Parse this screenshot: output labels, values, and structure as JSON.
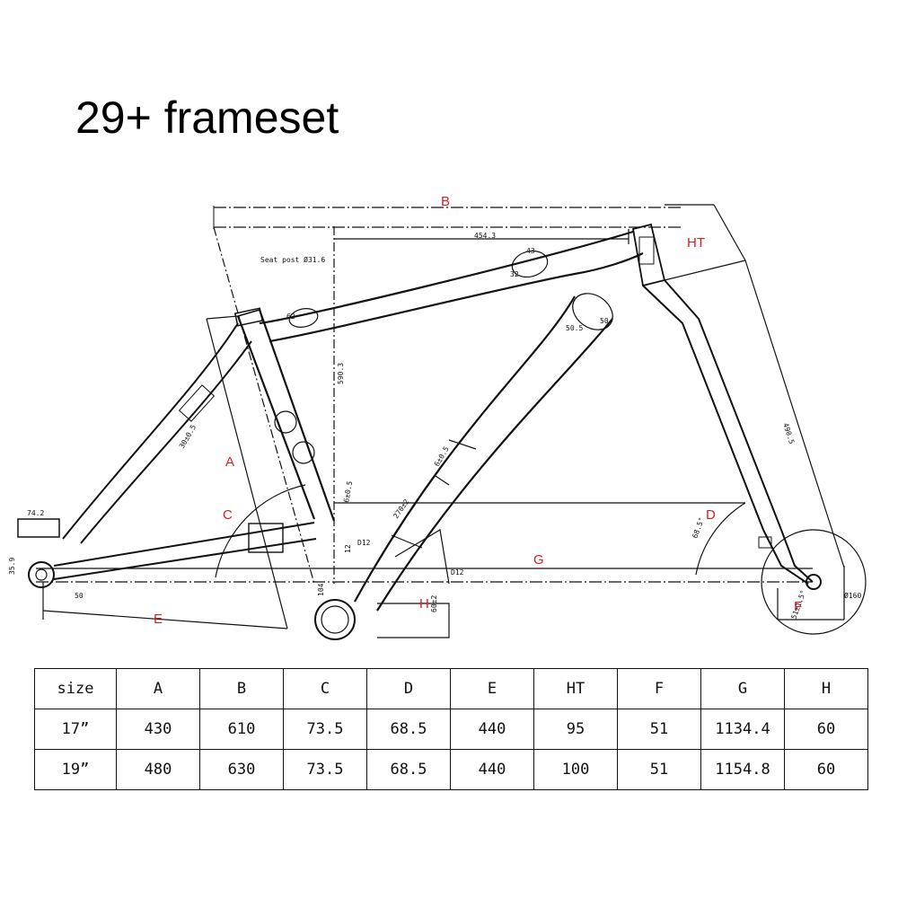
{
  "title": "29+  frameset",
  "dimension_labels": {
    "A": "A",
    "B": "B",
    "C": "C",
    "D": "D",
    "E": "E",
    "F": "F",
    "G": "G",
    "H": "H",
    "HT": "HT"
  },
  "small_annotations": {
    "seat_post": "Seat post Ø31.6",
    "top_454": "454.3",
    "top_43": "43",
    "top_32": "32",
    "seat_62": "62",
    "down_505": "50.5",
    "down_50": "50",
    "ht_length": "490.5",
    "seat_590": "590.3",
    "seat_stay_30": "30±0.5",
    "down_6": "6±0.5",
    "down_6b": "6±0.5",
    "stay_270": "270±2",
    "bb_d12": "D12",
    "bb_d12b": "D12",
    "bb_160": "Ø160",
    "dropout_742": "74.2",
    "dropout_359": "35.9",
    "dropout_50": "50",
    "d_angle": "68.5°",
    "f_angle": "51±1.5°",
    "h_60": "60±2",
    "bb_104": "104",
    "bb_12": "12"
  },
  "table": {
    "headers": [
      "size",
      "A",
      "B",
      "C",
      "D",
      "E",
      "HT",
      "F",
      "G",
      "H"
    ],
    "rows": [
      [
        "17”",
        "430",
        "610",
        "73.5",
        "68.5",
        "440",
        "95",
        "51",
        "1134.4",
        "60"
      ],
      [
        "19”",
        "480",
        "630",
        "73.5",
        "68.5",
        "440",
        "100",
        "51",
        "1154.8",
        "60"
      ]
    ]
  },
  "colors": {
    "label_red": "#d42020",
    "line": "#111111"
  }
}
